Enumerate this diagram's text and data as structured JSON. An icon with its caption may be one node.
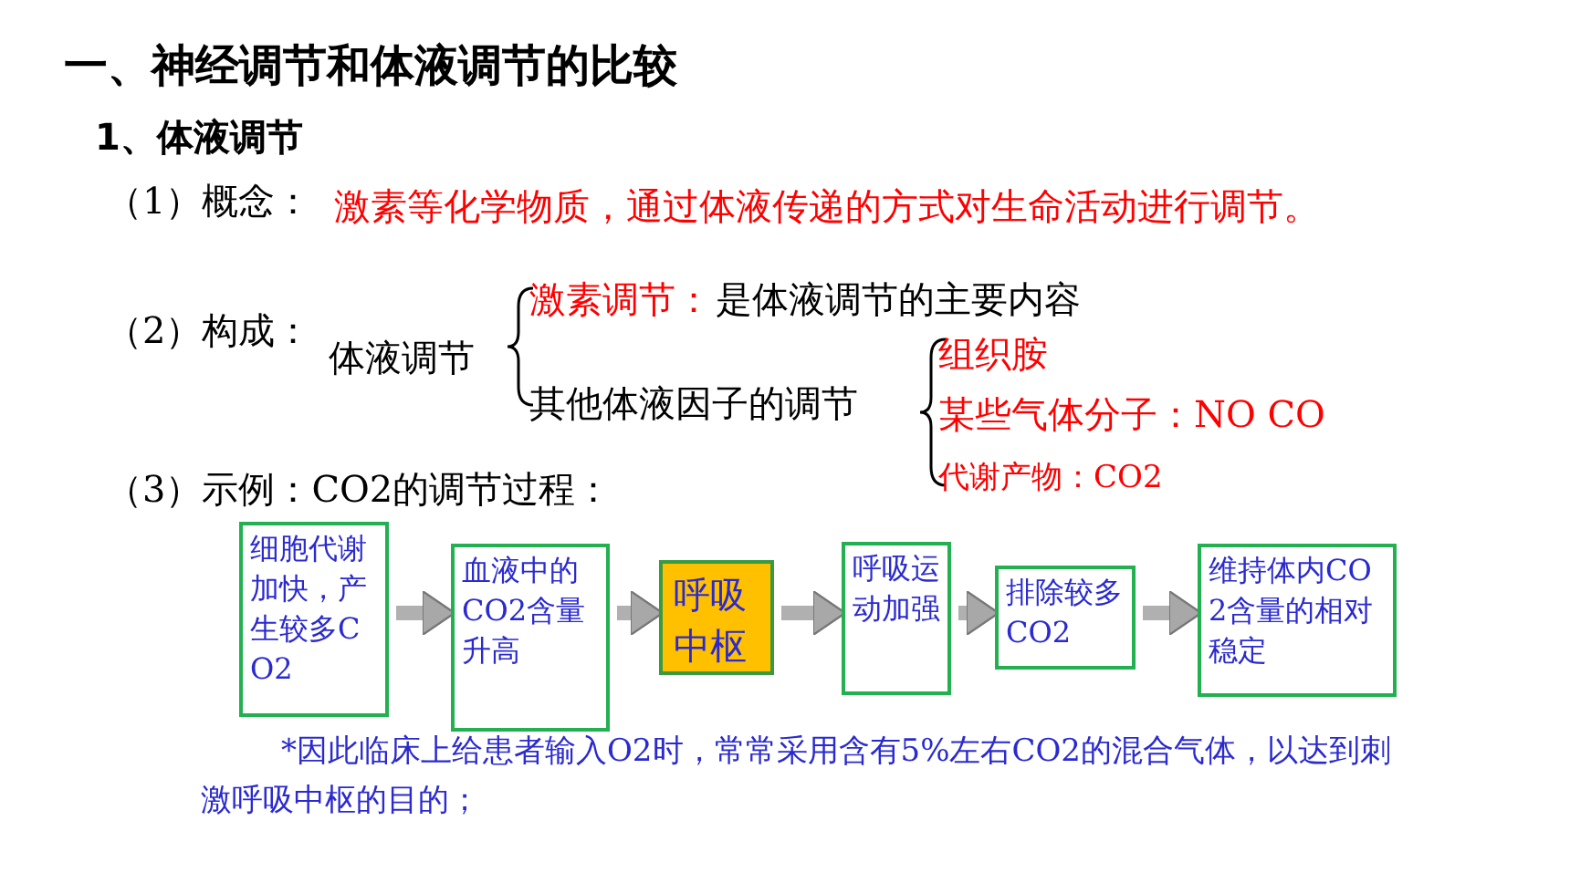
{
  "diagram": {
    "title": "一、神经调节和体液调节的比较",
    "nodes": [
      {
        "text": [
          "细胞代谢加快，产生较多CO2"
        ]
      },
      {
        "text": [
          "血液中的CO2含量升高"
        ]
      },
      {
        "text": [
          "呼吸中枢"
        ]
      },
      {
        "text": [
          "呼吸运动加强"
        ]
      },
      {
        "text": [
          "排除较多CO2"
        ]
      },
      {
        "text": [
          "维持体内CO2含量的相对稳定"
        ]
      }
    ],
    "edges": [
      {
        "from": 0,
        "to": 1,
        "arrow": "to"
      },
      {
        "from": 1,
        "to": 2,
        "arrow": "to"
      },
      {
        "from": 2,
        "to": 3,
        "arrow": "to"
      },
      {
        "from": 3,
        "to": 4,
        "arrow": "to"
      },
      {
        "from": 4,
        "to": 5,
        "arrow": "to"
      }
    ],
    "labels": [
      "1、体液调节",
      "（1）概念：",
      "激素等化学物质，通过体液传递的方式对生命活动进行调节。",
      "（2）构成：",
      "体液调节",
      "激素调节：",
      "是体液调节的主要内容",
      "其他体液因子的调节",
      "组织胺",
      "某些气体分子：NO CO",
      "代谢产物：CO2",
      "（3）示例：CO2的调节过程：",
      "*因此临床上给患者输入O2时，常常采用含有5%左右CO2的混合气体，以达到刺激呼吸中枢的目的；"
    ]
  }
}
